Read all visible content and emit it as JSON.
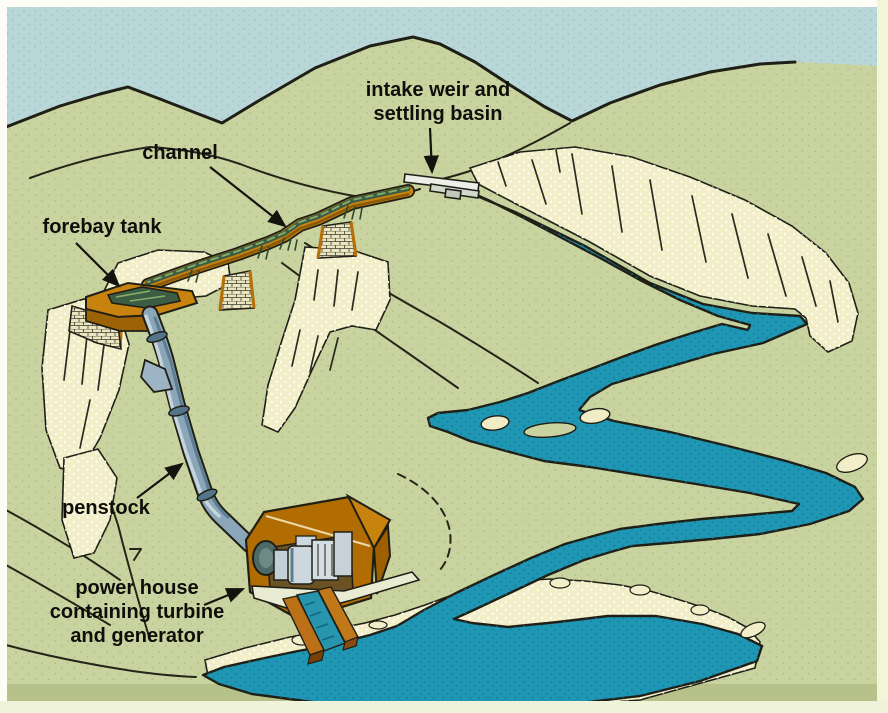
{
  "labels": {
    "intake_weir": "intake weir and\nsettling basin",
    "channel": "channel",
    "forebay_tank": "forebay tank",
    "penstock": "penstock",
    "power_house": "power house\ncontaining turbine\nand generator"
  },
  "colors": {
    "sky": "#b9d7d9",
    "land": "#c9d3a0",
    "land_band": "#b7c28b",
    "sand": "#f2eec8",
    "river": "#1f97b4",
    "outline": "#1f1f16",
    "channel": "#c8820e",
    "channel_dark": "#8a5a08",
    "channel_water": "#3d5c44",
    "channel_water_light": "#86b06a",
    "penstock": "#8ba6b8",
    "penstock_dark": "#5d7d90",
    "penstock_light": "#c6d4dc",
    "house": "#b26d02",
    "roof": "#c8830e",
    "house_dark": "#9d5f00",
    "house_interior": "#6b5224",
    "machinery": "#cfd9df",
    "platform": "#e9ecd2",
    "tailwall": "#b97016",
    "tailwall_dark": "#7a3f06",
    "label_text": "#0e0e0a",
    "frame": "#fdfdf6",
    "frame_right": "#f2f5d6",
    "frame_bottom": "#eef3da"
  }
}
